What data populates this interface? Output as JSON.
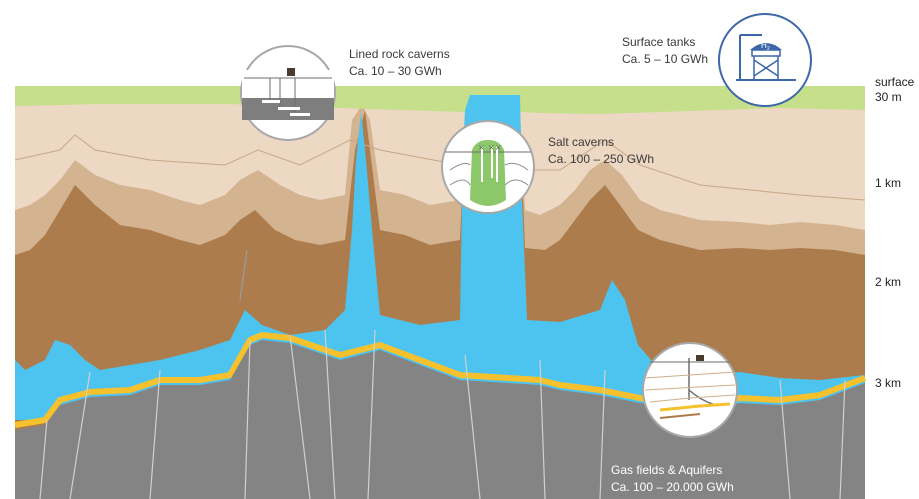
{
  "storage_types": {
    "lined_rock": {
      "title": "Lined rock caverns",
      "capacity": "Ca. 10 – 30 GWh"
    },
    "surface_tanks": {
      "title": "Surface tanks",
      "capacity": "Ca. 5 – 10 GWh",
      "icon_text": "H",
      "icon_subscript": "2"
    },
    "salt": {
      "title": "Salt caverns",
      "capacity": "Ca. 100 – 250 GWh"
    },
    "gas_fields": {
      "title": "Gas fields & Aquifers",
      "capacity": "Ca. 100 – 20.000 GWh"
    }
  },
  "depth_scale": [
    {
      "label": "surface"
    },
    {
      "label": "30 m"
    },
    {
      "label": "1 km"
    },
    {
      "label": "2 km"
    },
    {
      "label": "3 km"
    }
  ],
  "colors": {
    "surface_green": "#c5df8b",
    "light_sediment": "#ecd8c3",
    "mid_sediment": "#d4b391",
    "dark_sediment": "#ad7c4d",
    "salt_blue": "#4dc4ef",
    "reservoir_yellow": "#f6c12c",
    "basement_gray": "#848484",
    "icon_circle_border": "#a8a8a8",
    "tank_blue": "#3d67a8",
    "salt_icon_green": "#8cc86a"
  }
}
